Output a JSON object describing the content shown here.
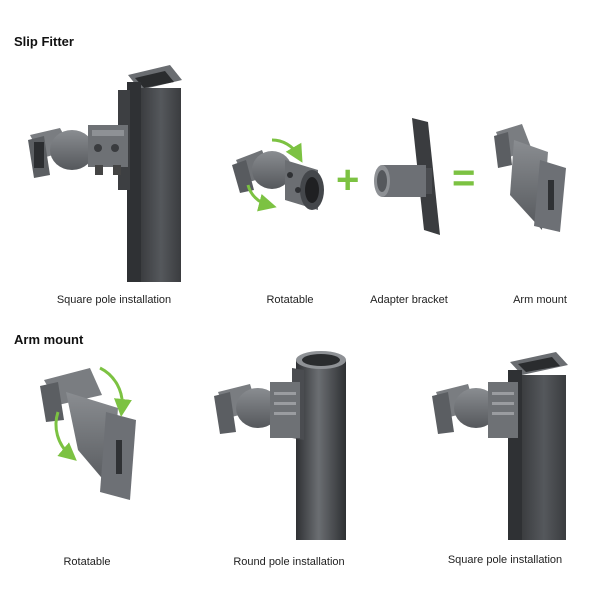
{
  "sections": [
    {
      "title": "Slip Fitter",
      "items": [
        {
          "caption": "Square pole installation"
        },
        {
          "caption": "Rotatable"
        },
        {
          "caption": "Adapter bracket"
        },
        {
          "caption": "Arm mount"
        }
      ]
    },
    {
      "title": "Arm mount",
      "items": [
        {
          "caption": "Rotatable"
        },
        {
          "caption": "Round pole installation"
        },
        {
          "caption": "Square pole installation"
        }
      ]
    }
  ],
  "operators": {
    "plus": "+",
    "equals": "="
  },
  "colors": {
    "metal_dark": "#4a4c50",
    "metal_mid": "#6d7075",
    "metal_light": "#9a9ca0",
    "arrow_green": "#7cc242"
  }
}
